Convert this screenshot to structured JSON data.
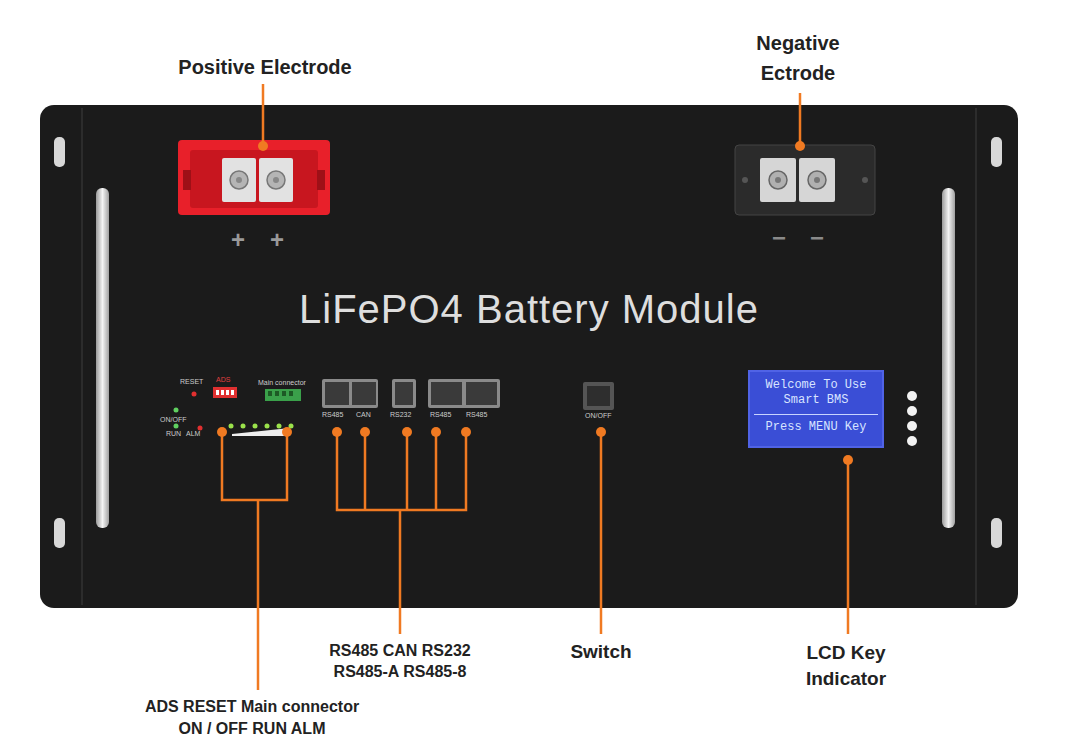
{
  "diagram": {
    "nodes": [
      {
        "text": [
          "LiFePO4 Battery Module"
        ]
      },
      {
        "text": [
          "Welcome To Use Smart BMS",
          "Press MENU Key"
        ],
        "in": 0
      }
    ],
    "labels": [
      "Positive Electrode",
      "Negative Ectrode",
      "+",
      "+",
      "−",
      "−",
      "RESET",
      "ADS",
      "Main connector",
      "ON/OFF",
      "RUN",
      "ALM",
      "RS485",
      "CAN",
      "RS232",
      "RS485",
      "RS485",
      "ON/OFF",
      "RS485 CAN RS232 RS485-A RS485-8",
      "Switch",
      "LCD Key Indicator",
      "ADS RESET Main connector ON / OFF RUN ALM"
    ]
  }
}
